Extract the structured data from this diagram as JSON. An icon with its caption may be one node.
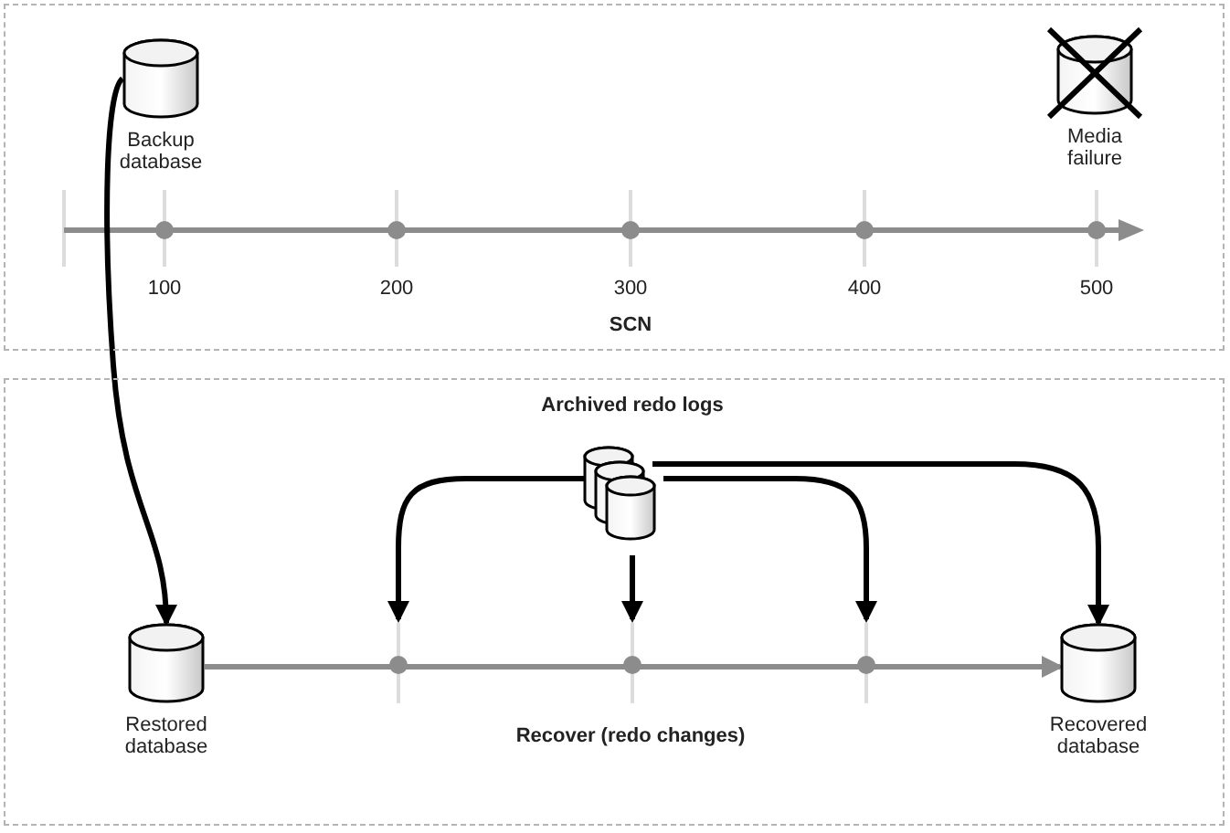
{
  "diagram": {
    "nodes": [
      {
        "text": [],
        "shape": "box"
      },
      {
        "text": [
          "Backup database"
        ],
        "in": 0
      },
      {
        "text": [
          "Media failure"
        ],
        "in": 0
      },
      {
        "text": [],
        "shape": "box"
      },
      {
        "text": [
          "Archived redo logs"
        ],
        "in": 3
      },
      {
        "text": [
          "Restored database"
        ],
        "in": 3
      },
      {
        "text": [],
        "shape": "circle",
        "in": 3
      },
      {
        "text": [],
        "shape": "circle",
        "in": 3
      },
      {
        "text": [],
        "shape": "circle",
        "in": 3
      },
      {
        "text": [
          "Recovered database"
        ],
        "in": 3
      }
    ],
    "edges": [
      {
        "from": 1,
        "to": 5,
        "arrow": "to"
      },
      {
        "from": 4,
        "to": 6,
        "arrow": "to"
      },
      {
        "from": 4,
        "to": 7,
        "arrow": "to"
      },
      {
        "from": 4,
        "to": 8,
        "arrow": "to"
      },
      {
        "from": 4,
        "to": 9,
        "arrow": "to"
      },
      {
        "from": 5,
        "to": 9,
        "arrow": "to",
        "color": "#8c8c8c"
      }
    ],
    "labels": [
      "100",
      "200",
      "300",
      "400",
      "500",
      "SCN",
      "Recover (redo changes)"
    ]
  }
}
